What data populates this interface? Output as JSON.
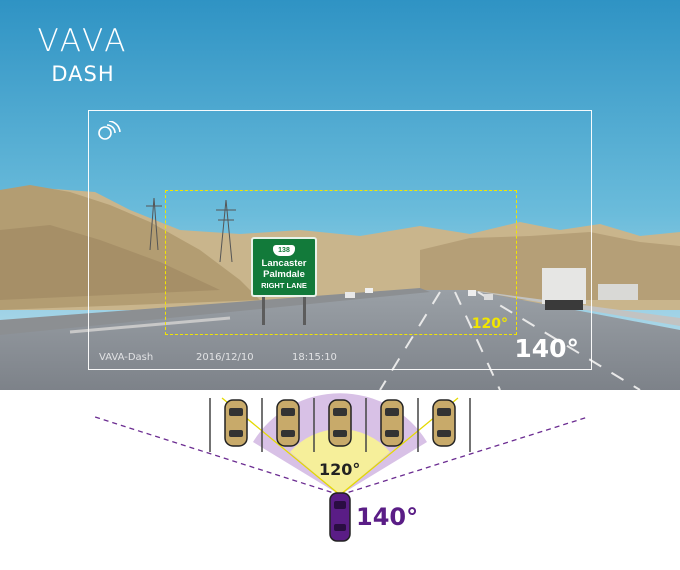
{
  "brand": {
    "wordmark": "VAVA",
    "product": "DASH"
  },
  "camera_view": {
    "wide_angle_label": "140°",
    "standard_angle_label": "120°",
    "overlay": {
      "name": "VAVA-Dash",
      "date": "2016/12/10",
      "time": "18:15:10"
    }
  },
  "road_sign": {
    "route_number": "138",
    "destination_1": "Lancaster",
    "destination_2": "Palmdale",
    "lane_text": "RIGHT LANE"
  },
  "diagram": {
    "narrow_fov_label": "120°",
    "wide_fov_label": "140°",
    "car_count": 5
  },
  "colors": {
    "sky": "#3ea3cc",
    "frame_120": "#f2e600",
    "frame_140": "#ffffff",
    "fov_120_fill": "#f6ef9a",
    "fov_140_fill": "#d8c1e6",
    "wide_label": "#5a1d86",
    "sign_green": "#127a3a"
  }
}
